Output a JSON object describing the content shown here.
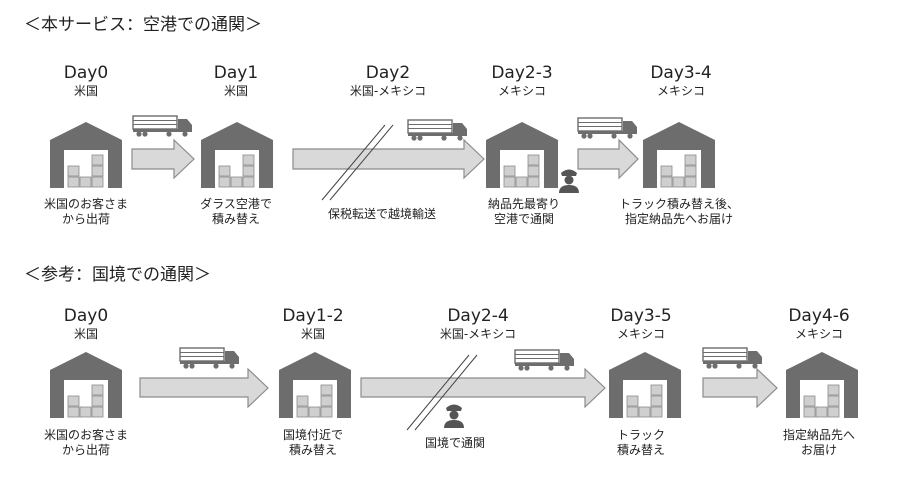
{
  "section1": {
    "title": "＜本サービス：空港での通関＞",
    "stages": [
      {
        "day": "Day0",
        "country": "米国",
        "caption": "米国のお客さま\nから出荷"
      },
      {
        "day": "Day1",
        "country": "米国",
        "caption": "ダラス空港で\n積み替え"
      },
      {
        "day": "Day2",
        "country": "米国-メキシコ",
        "caption": "保税転送で越境輸送"
      },
      {
        "day": "Day2-3",
        "country": "メキシコ",
        "caption": "納品先最寄り\n空港で通関"
      },
      {
        "day": "Day3-4",
        "country": "メキシコ",
        "caption": "トラック積み替え後、\n指定納品先へお届け"
      }
    ]
  },
  "section2": {
    "title": "＜参考：国境での通関＞",
    "stages": [
      {
        "day": "Day0",
        "country": "米国",
        "caption": "米国のお客さま\nから出荷"
      },
      {
        "day": "Day1-2",
        "country": "米国",
        "caption": "国境付近で\n積み替え"
      },
      {
        "day": "Day2-4",
        "country": "米国-メキシコ",
        "caption": "国境で通関"
      },
      {
        "day": "Day3-5",
        "country": "メキシコ",
        "caption": "トラック\n積み替え"
      },
      {
        "day": "Day4-6",
        "country": "メキシコ",
        "caption": "指定納品先へ\nお届け"
      }
    ]
  },
  "icons": {
    "warehouse": "warehouse-icon",
    "truck": "truck-icon",
    "arrow": "arrow-right-icon",
    "customs": "customs-officer-icon",
    "border": "border-slash-icon"
  },
  "colors": {
    "icon_gray": "#6d6d6d",
    "arrow_fill": "#d9d9d9",
    "arrow_stroke": "#8c8c8c"
  }
}
